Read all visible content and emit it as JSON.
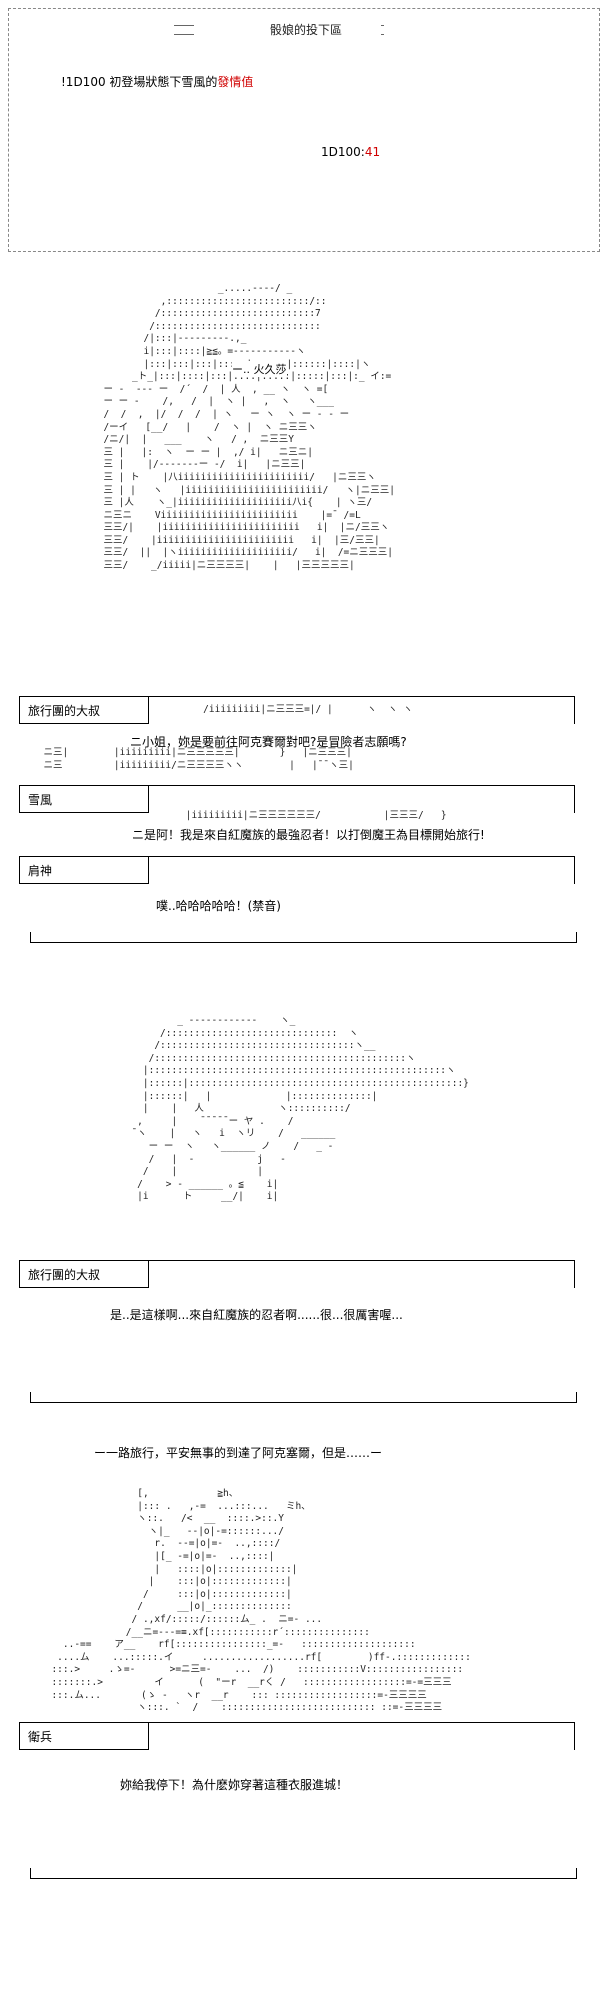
{
  "dice": {
    "title": "骰娘的投下區",
    "roll_label": "!1D100 初登場狀態下雪風的",
    "roll_label_red": "發情值",
    "result_prefix": "1D100:",
    "result_value": "41"
  },
  "panel1": {
    "name_tag_in_aa": "ー.. 火久莎",
    "speaker1": "旅行團的大叔",
    "line1": "ニ小姐，妳是要前往阿克賽爾對吧?是冒險者志願嗎?",
    "speaker2": "雪風",
    "line2": "ニ是阿！我是來自紅魔族的最強忍者！以打倒魔王為目標開始旅行!",
    "speaker3": "肩神",
    "line3": "噗..哈哈哈哈哈！(禁音)"
  },
  "panel2": {
    "speaker": "旅行團的大叔",
    "line": "是..是這樣啊...來自紅魔族的忍者啊......很...很厲害喔..."
  },
  "narration": "ー一路旅行，平安無事的到達了阿克塞爾，但是……ー",
  "panel3": {
    "speaker": "衛兵",
    "line": "妳給我停下！為什麽妳穿著這種衣服進城！"
  },
  "colors": {
    "accent_red": "#d00000",
    "border": "#000000"
  }
}
